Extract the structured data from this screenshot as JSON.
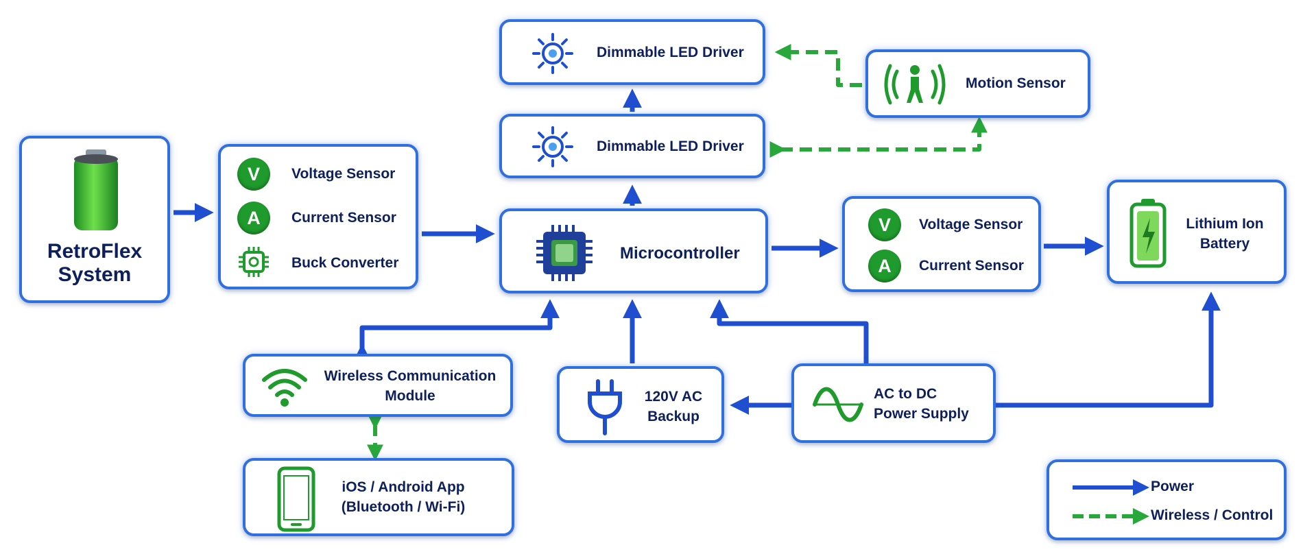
{
  "system": {
    "line1": "RetroFlex",
    "line2": "System"
  },
  "input_sensors": {
    "voltage": "Voltage Sensor",
    "voltage_letter": "V",
    "current": "Current Sensor",
    "current_letter": "A",
    "buck": "Buck Converter"
  },
  "led_driver_top": "Dimmable LED Driver",
  "led_driver_bottom": "Dimmable LED Driver",
  "motion_sensor": "Motion Sensor",
  "microcontroller": "Microcontroller",
  "output_sensors": {
    "voltage": "Voltage Sensor",
    "voltage_letter": "V",
    "current": "Current Sensor",
    "current_letter": "A"
  },
  "battery": {
    "line1": "Lithium Ion",
    "line2": "Battery"
  },
  "wireless": {
    "line1": "Wireless Communication",
    "line2": "Module"
  },
  "app": {
    "line1": "iOS / Android App",
    "line2": "(Bluetooth / Wi-Fi)"
  },
  "backup": {
    "line1": "120V AC",
    "line2": "Backup"
  },
  "power_supply": {
    "line1": "AC to DC",
    "line2": "Power Supply"
  },
  "legend": {
    "power": "Power",
    "wireless": "Wireless / Control"
  },
  "colors": {
    "power": "#1f4fd0",
    "wireless": "#28a83a",
    "border": "#2f6fe0",
    "text": "#0d1f5c"
  }
}
